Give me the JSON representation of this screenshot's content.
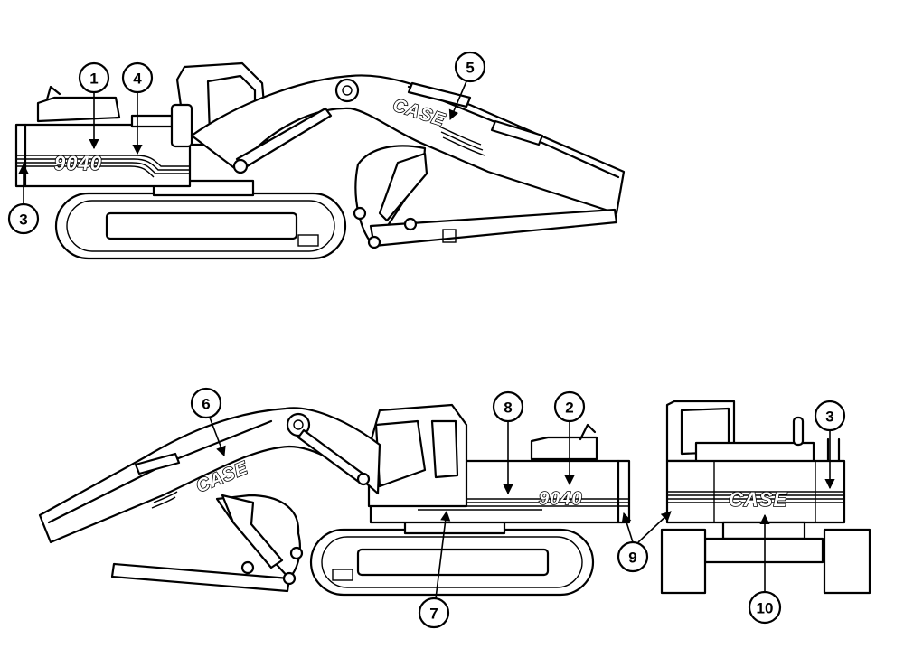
{
  "decals": {
    "model_side_view_1": "9040",
    "model_side_view_2": "9040",
    "brand_boom_view_1": "CASE",
    "brand_boom_view_2": "CASE",
    "brand_rear_view": "CASE"
  },
  "callouts": [
    "1",
    "2",
    "3",
    "4",
    "5",
    "6",
    "7",
    "8",
    "9",
    "10"
  ],
  "callout_rear_3": "3"
}
